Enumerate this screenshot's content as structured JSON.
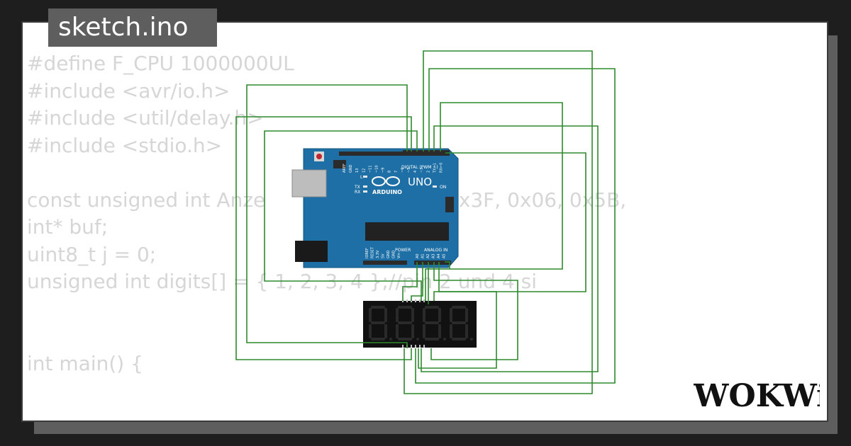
{
  "file_tab": {
    "label": "sketch.ino"
  },
  "code_lines": [
    "#define F_CPU 1000000UL",
    "#include <avr/io.h>",
    "#include <util/delay.h>",
    "#include <stdio.h>",
    "",
    "const unsigned int Anze",
    "int* buf;",
    "uint8_t j = 0;",
    "unsigned int digits[] = { 1, 2, 3, 4 };//pin 2 und 4 si",
    "",
    "",
    "int main() {"
  ],
  "code_tail_line6": "{ 0x3F, 0x06, 0x5B,",
  "board": {
    "brand": "ARDUINO",
    "model": "UNO",
    "header_digital": "DIGITAL (PWM ~)",
    "header_power": "POWER",
    "header_analog": "ANALOG IN",
    "led_l": "L",
    "led_tx": "TX",
    "led_rx": "RX",
    "led_on": "ON",
    "digital_pins": [
      "AREF",
      "GND",
      "13",
      "12",
      "~11",
      "~10",
      "~9",
      "8",
      "7",
      "~6",
      "~5",
      "4",
      "~3",
      "2",
      "TX→1",
      "RX←0"
    ],
    "power_pins": [
      "IOREF",
      "RESET",
      "3.3V",
      "5V",
      "GND",
      "GND",
      "Vin"
    ],
    "analog_pins": [
      "A0",
      "A1",
      "A2",
      "A3",
      "A4",
      "A5"
    ]
  },
  "display": {
    "digits": "8888"
  },
  "logo": {
    "text": "WOKWi"
  },
  "colors": {
    "wire": "#2d8a2d",
    "board": "#1d6fa5",
    "display": "#111111",
    "segment_off": "#2a2a2a"
  }
}
